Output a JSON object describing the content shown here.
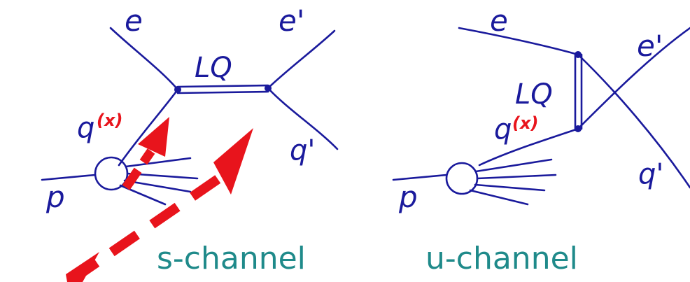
{
  "colors": {
    "ink": "#1a1a9c",
    "accent": "#e8141c",
    "caption": "#1f8a8a",
    "background": "#ffffff"
  },
  "s_channel": {
    "label_e_in": "e",
    "label_e_out": "e'",
    "label_lq": "LQ",
    "label_q": "q",
    "label_x": "(x)",
    "label_q_out": "q'",
    "label_p": "p",
    "caption": "s-channel"
  },
  "u_channel": {
    "label_e_in": "e",
    "label_e_out": "e'",
    "label_lq": "LQ",
    "label_q": "q",
    "label_x": "(x)",
    "label_q_out": "q'",
    "label_p": "p",
    "caption": "u-channel"
  }
}
